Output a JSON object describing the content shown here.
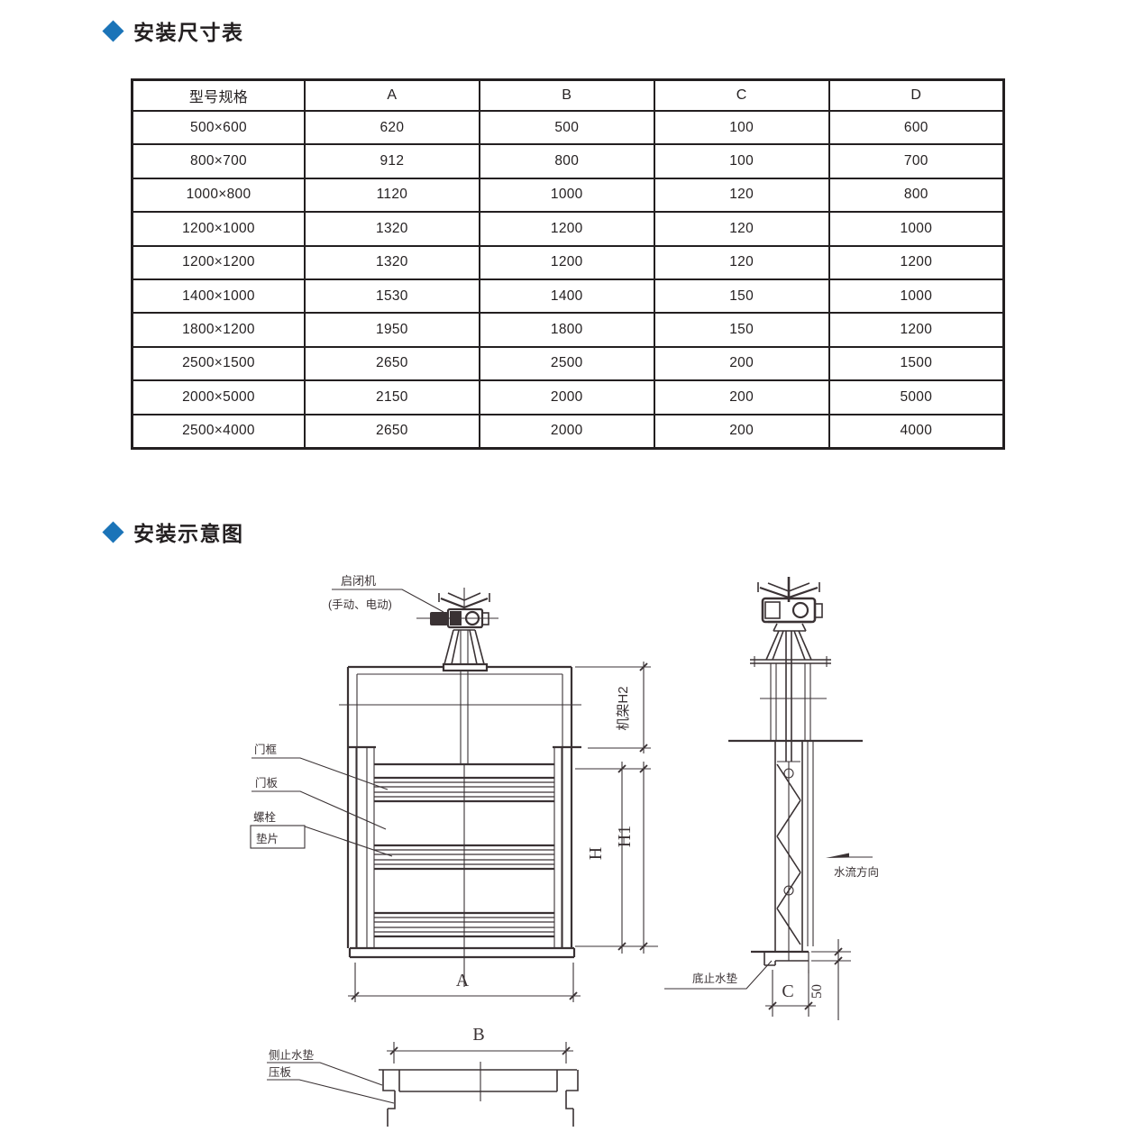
{
  "page": {
    "background": "#ffffff",
    "accent": "#1b74b8",
    "ink": "#231f20",
    "line": "#3a3234"
  },
  "sections": {
    "dim_table_title": "安装尺寸表",
    "diagram_title": "安装示意图"
  },
  "table": {
    "headers": [
      "型号规格",
      "A",
      "B",
      "C",
      "D"
    ],
    "rows": [
      [
        "500×600",
        "620",
        "500",
        "100",
        "600"
      ],
      [
        "800×700",
        "912",
        "800",
        "100",
        "700"
      ],
      [
        "1000×800",
        "1120",
        "1000",
        "120",
        "800"
      ],
      [
        "1200×1000",
        "1320",
        "1200",
        "120",
        "1000"
      ],
      [
        "1200×1200",
        "1320",
        "1200",
        "120",
        "1200"
      ],
      [
        "1400×1000",
        "1530",
        "1400",
        "150",
        "1000"
      ],
      [
        "1800×1200",
        "1950",
        "1800",
        "150",
        "1200"
      ],
      [
        "2500×1500",
        "2650",
        "2500",
        "200",
        "1500"
      ],
      [
        "2000×5000",
        "2150",
        "2000",
        "200",
        "5000"
      ],
      [
        "2500×4000",
        "2650",
        "2000",
        "200",
        "4000"
      ]
    ]
  },
  "diagram": {
    "labels": {
      "hoist": "启闭机",
      "hoist_mode": "(手动、电动)",
      "frame_height": "机架H2",
      "door_frame": "门框",
      "door_plate": "门板",
      "bolt": "螺栓",
      "gasket": "垫片",
      "dim_h": "H",
      "dim_h1": "H1",
      "dim_a": "A",
      "dim_b": "B",
      "dim_c": "C",
      "dim_50": "50",
      "flow_dir": "水流方向",
      "bottom_seal": "底止水垫",
      "side_seal": "侧止水垫",
      "press_plate": "压板"
    }
  }
}
